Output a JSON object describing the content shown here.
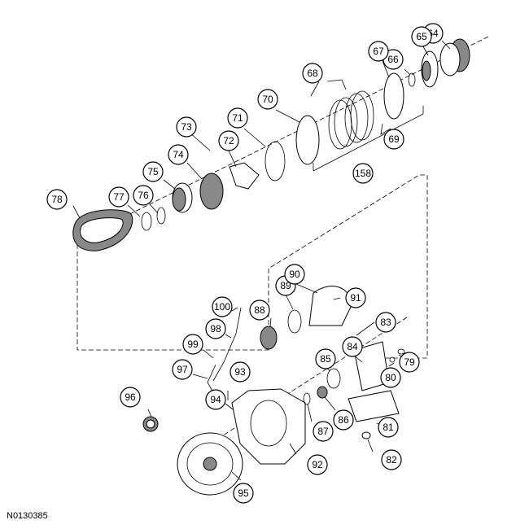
{
  "figure_code": "N0130385",
  "callouts": [
    "64",
    "65",
    "66",
    "67",
    "68",
    "69",
    "70",
    "71",
    "72",
    "73",
    "74",
    "75",
    "76",
    "77",
    "78",
    "79",
    "80",
    "81",
    "82",
    "83",
    "84",
    "85",
    "86",
    "87",
    "88",
    "89",
    "90",
    "91",
    "92",
    "93",
    "94",
    "95",
    "96",
    "97",
    "98",
    "99",
    "100",
    "158"
  ]
}
